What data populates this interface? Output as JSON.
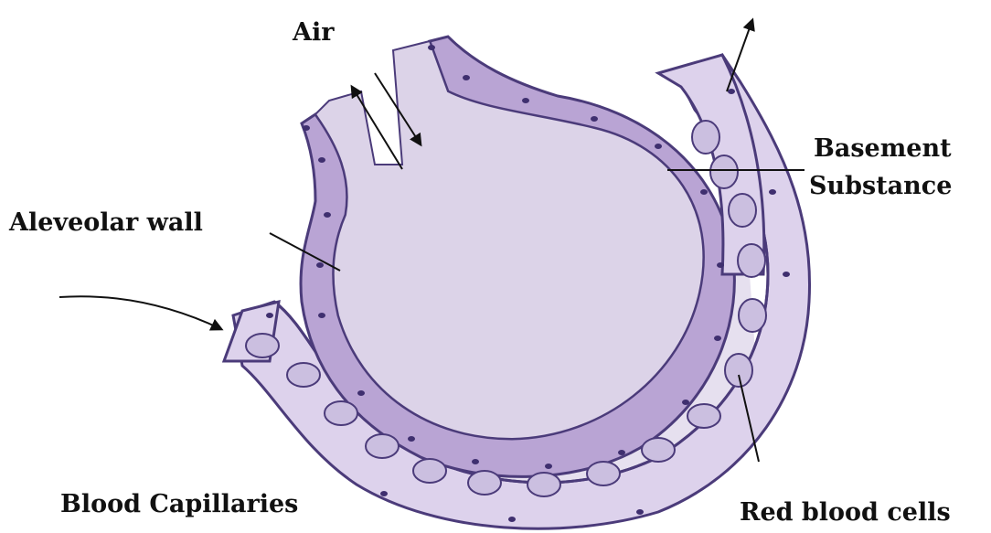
{
  "labels": {
    "air": "Air",
    "basement_line1": "Basement",
    "basement_line2": "Substance",
    "alveolar_wall": "Aleveolar wall",
    "blood_capillaries": "Blood Capillaries",
    "red_blood_cells": "Red blood cells"
  },
  "colors": {
    "alveolus_fill": "#dcd3e8",
    "wall_fill": "#b9a4d4",
    "wall_stroke": "#4b3b7a",
    "capillary_fill": "#e1d8ee",
    "rbc_fill": "#cbbfe0",
    "nucleus": "#3f2f6f",
    "arrow": "#111111"
  }
}
